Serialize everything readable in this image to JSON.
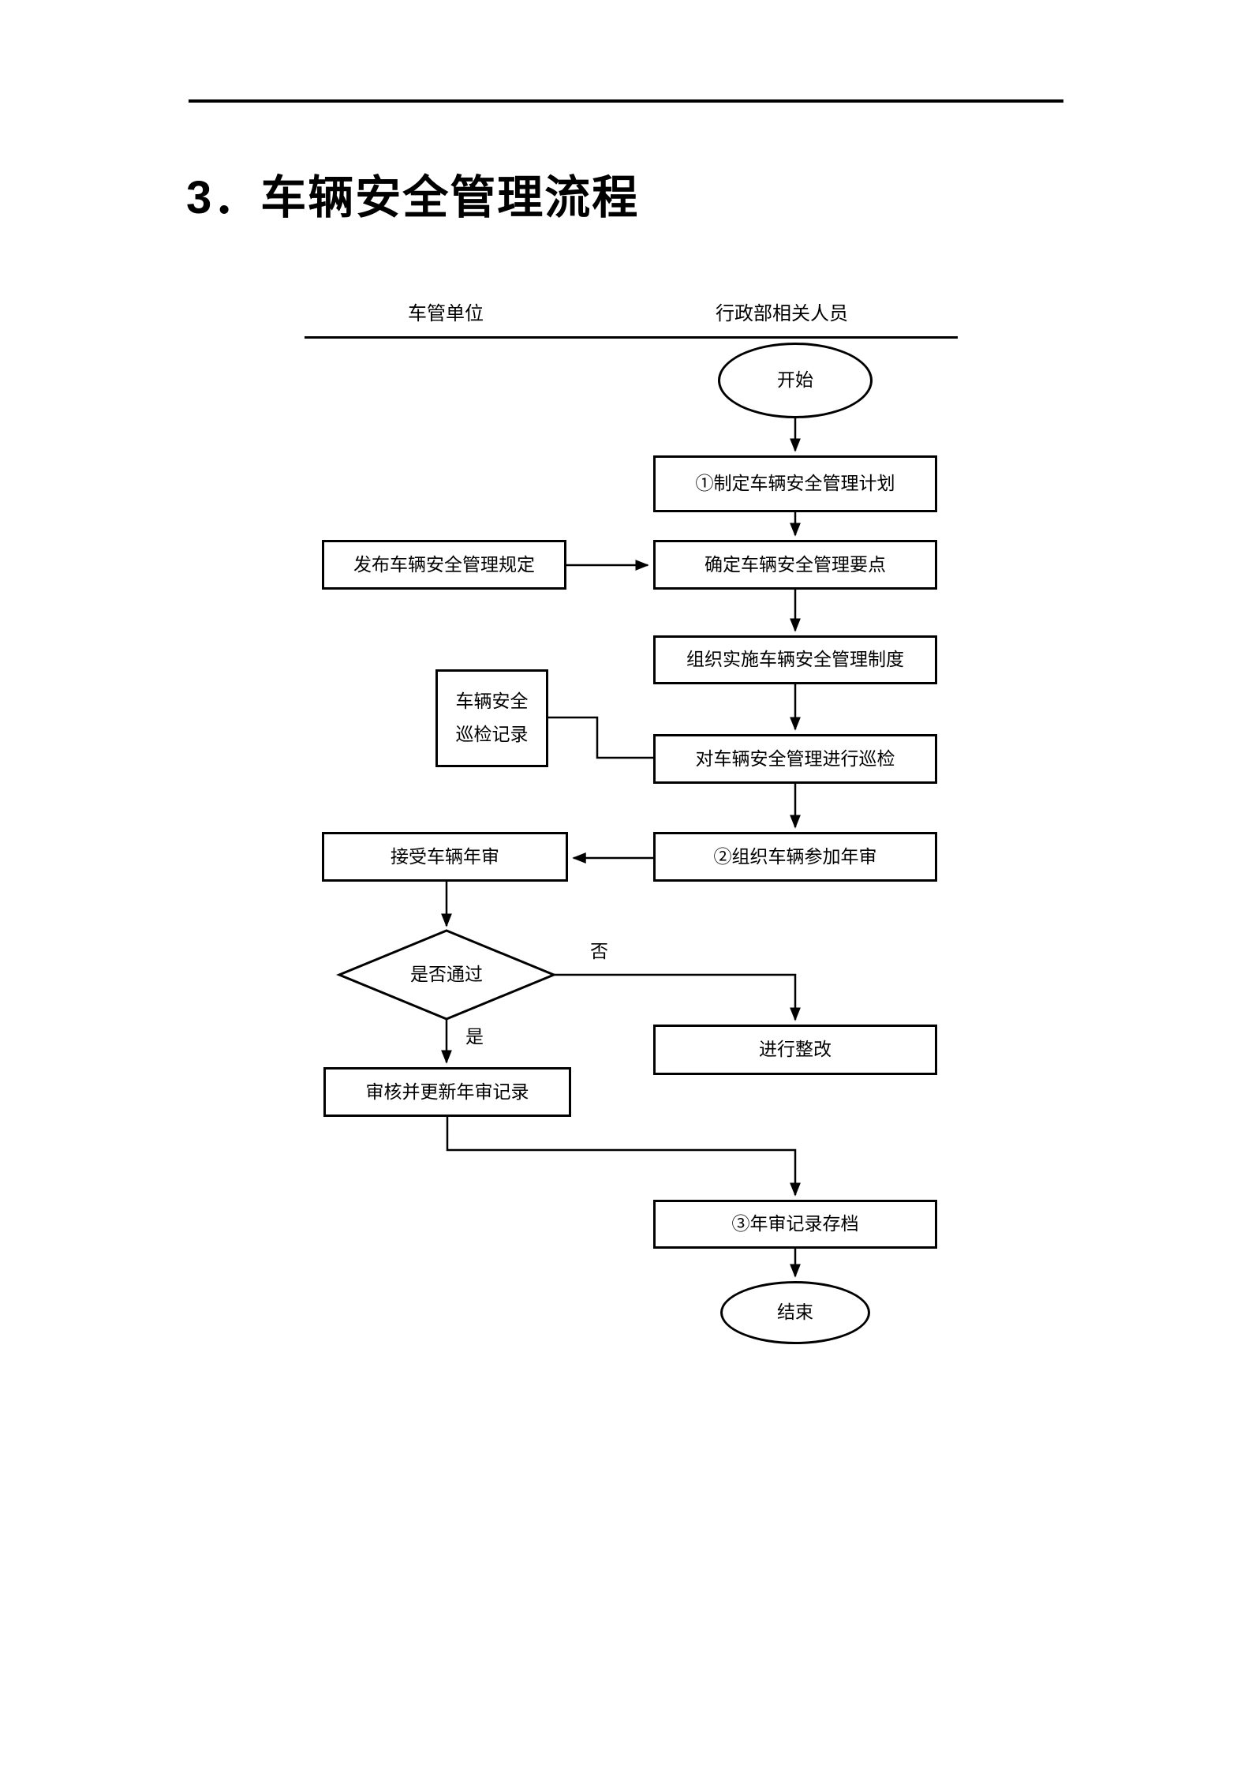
{
  "page": {
    "title": "3．车辆安全管理流程"
  },
  "flowchart": {
    "lanes": [
      {
        "label": "车管单位"
      },
      {
        "label": "行政部相关人员"
      }
    ],
    "nodes": {
      "start": "开始",
      "plan": "①制定车辆安全管理计划",
      "publish": "发布车辆安全管理规定",
      "points": "确定车辆安全管理要点",
      "implement": "组织实施车辆安全管理制度",
      "patrol_record_line1": "车辆安全",
      "patrol_record_line2": "巡检记录",
      "patrol": "对车辆安全管理进行巡检",
      "annual": "②组织车辆参加年审",
      "accept": "接受车辆年审",
      "decision": "是否通过",
      "rectify": "进行整改",
      "review": "审核并更新年审记录",
      "archive": "③年审记录存档",
      "end": "结束"
    },
    "labels": {
      "no": "否",
      "yes": "是"
    },
    "colors": {
      "stroke": "#000000",
      "fill": "#ffffff"
    }
  }
}
